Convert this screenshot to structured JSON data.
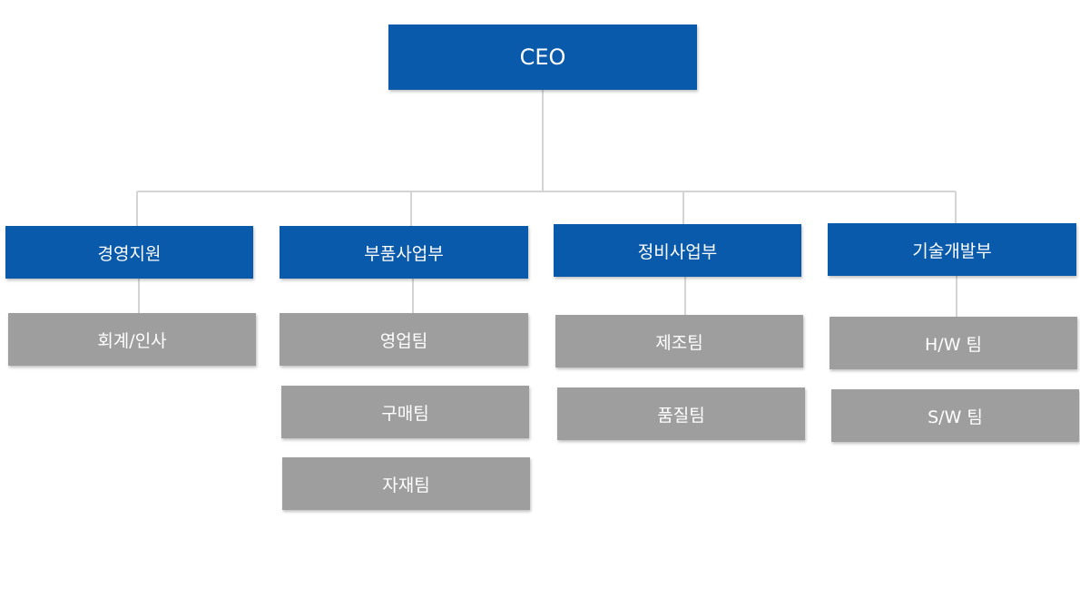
{
  "ceo": "CEO",
  "departments": [
    {
      "name": "경영지원",
      "teams": [
        "회계/인사"
      ]
    },
    {
      "name": "부품사업부",
      "teams": [
        "영업팀",
        "구매팀",
        "자재팀"
      ]
    },
    {
      "name": "정비사업부",
      "teams": [
        "제조팀",
        "품질팀"
      ]
    },
    {
      "name": "기술개발부",
      "teams": [
        "H/W 팀",
        "S/W 팀"
      ]
    }
  ],
  "colors": {
    "header": "#0a5aab",
    "team": "#9e9e9e",
    "line": "#d4d4d4",
    "text": "#ffffff"
  }
}
